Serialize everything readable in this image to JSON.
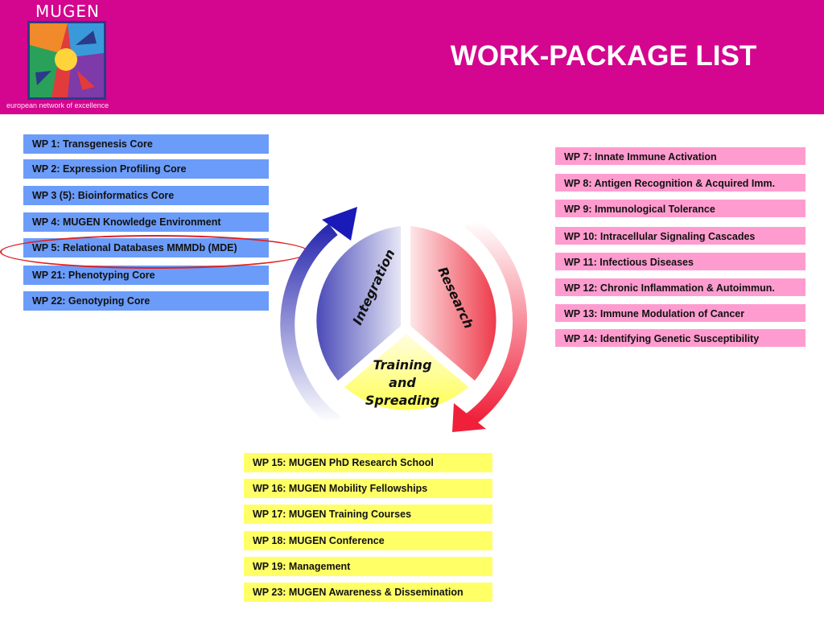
{
  "header": {
    "logo_text": "MUGEN",
    "logo_tagline": "european network of excellence",
    "title": "WORK-PACKAGE LIST"
  },
  "colors": {
    "header_bg": "#d4058f",
    "core_wp": "#6b9cf9",
    "research_wp": "#ff9ccf",
    "training_wp": "#ffff66",
    "highlight": "#e02020"
  },
  "core_wps": [
    "WP 1: Transgenesis Core",
    "WP 2: Expression Profiling Core",
    "WP 3 (5): Bioinformatics Core",
    "WP 4: MUGEN Knowledge Environment",
    "WP 5: Relational Databases MMMDb (MDE)",
    "WP 21: Phenotyping Core",
    "WP 22: Genotyping Core"
  ],
  "research_wps": [
    "WP 7:   Innate Immune Activation",
    "WP 8:   Antigen Recognition & Acquired Imm.",
    "WP 9:   Immunological Tolerance",
    "WP 10:  Intracellular Signaling Cascades",
    "WP 11: Infectious Diseases",
    "WP 12: Chronic Inflammation & Autoimmun.",
    "WP 13: Immune Modulation of Cancer",
    "WP 14: Identifying Genetic Susceptibility"
  ],
  "training_wps": [
    "WP 15:  MUGEN PhD Research School",
    "WP 16:  MUGEN Mobility Fellowships",
    "WP 17:  MUGEN Training Courses",
    "WP 18:  MUGEN Conference",
    "WP 19:  Management",
    "WP 23:  MUGEN Awareness & Dissemination"
  ],
  "diagram": {
    "integration": "Integration",
    "research": "Research",
    "training_line1": "Training",
    "training_line2": "and",
    "training_line3": "Spreading"
  }
}
